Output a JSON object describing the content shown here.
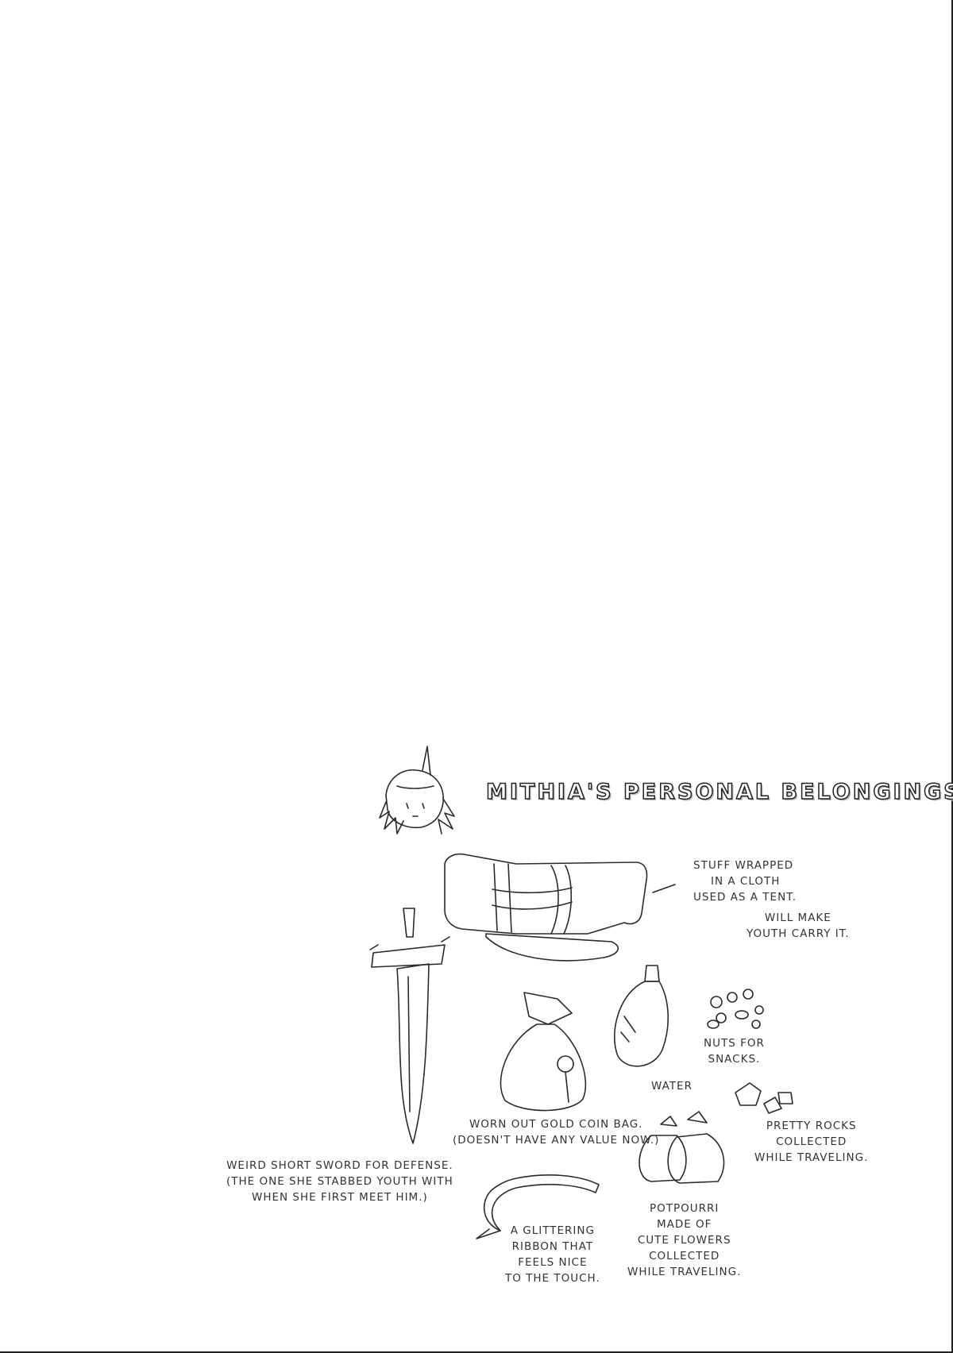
{
  "page": {
    "title": "MITHIA'S PERSONAL BELONGINGS."
  },
  "items": {
    "tent": {
      "line1": "STUFF WRAPPED",
      "line2": "IN A CLOTH",
      "line3": "USED AS A TENT.",
      "line4": "WILL MAKE",
      "line5": "YOUTH CARRY IT."
    },
    "nuts": {
      "line1": "NUTS FOR",
      "line2": "SNACKS."
    },
    "water": {
      "label": "WATER"
    },
    "rocks": {
      "line1": "PRETTY ROCKS",
      "line2": "COLLECTED",
      "line3": "WHILE TRAVELING."
    },
    "coin_bag": {
      "line1": "WORN OUT GOLD COIN BAG.",
      "line2": "(DOESN'T HAVE ANY VALUE NOW.)"
    },
    "sword": {
      "line1": "WEIRD SHORT SWORD FOR DEFENSE.",
      "line2": "(THE ONE SHE STABBED YOUTH WITH",
      "line3": "WHEN SHE FIRST MEET HIM.)"
    },
    "ribbon": {
      "line1": "A GLITTERING",
      "line2": "RIBBON THAT",
      "line3": "FEELS NICE",
      "line4": "TO THE TOUCH."
    },
    "potpourri": {
      "line1": "POTPOURRI",
      "line2": "MADE OF",
      "line3": "CUTE  FLOWERS",
      "line4": "COLLECTED",
      "line5": "WHILE TRAVELING."
    }
  }
}
